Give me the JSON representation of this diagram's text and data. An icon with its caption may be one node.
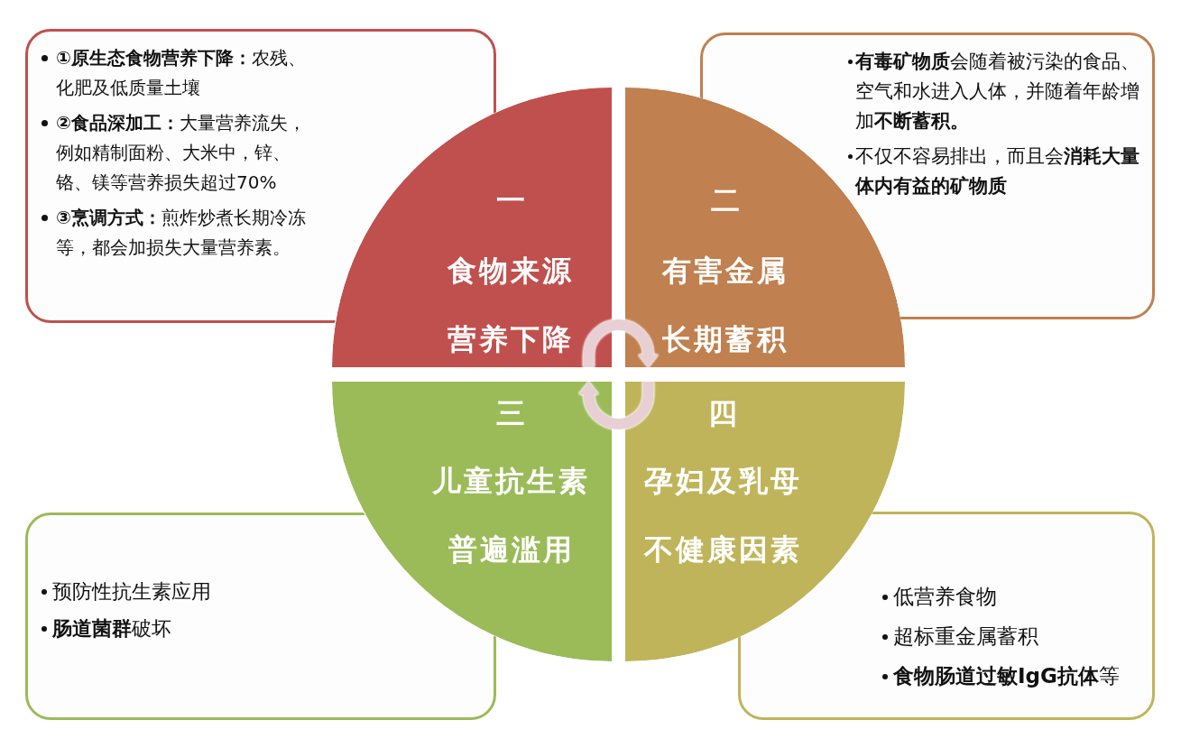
{
  "diagram": {
    "nodes": [
      {
        "text": [
          "**①原生态食物营养下降：**农残、化肥及低质量土壤",
          "**②食品深加工：**大量营养流失，例如精制面粉、大米中，锌、铬、镁等营养损失超过70%",
          "**③烹调方式：**煎炸炒煮长期冷冻等，都会加损失大量营养素。"
        ]
      },
      {
        "text": [
          "**有毒矿物质**会随着被污染的食品、空气和水进入人体，并随着年龄增加**不断蓄积。**",
          "不仅不容易排出，而且会**消耗大量体内有益的矿物质**"
        ]
      },
      {
        "text": [
          "一",
          "食物来源营养下降"
        ]
      },
      {
        "text": [
          "二",
          "有害金属长期蓄积"
        ]
      },
      {
        "text": [
          "三",
          "儿童抗生素普遍滥用"
        ]
      },
      {
        "text": [
          "四",
          "孕妇及乳母不健康因素"
        ]
      },
      {
        "text": [
          "预防性抗生素应用",
          "**肠道菌群**破坏"
        ]
      },
      {
        "text": [
          "低营养食物",
          "超标重金属蓄积",
          "**食物肠道过敏IgG抗体**等"
        ]
      }
    ],
    "edges": [
      {
        "from": 2,
        "to": 3,
        "arrow": "to"
      },
      {
        "from": 5,
        "to": 4,
        "arrow": "to"
      }
    ]
  }
}
